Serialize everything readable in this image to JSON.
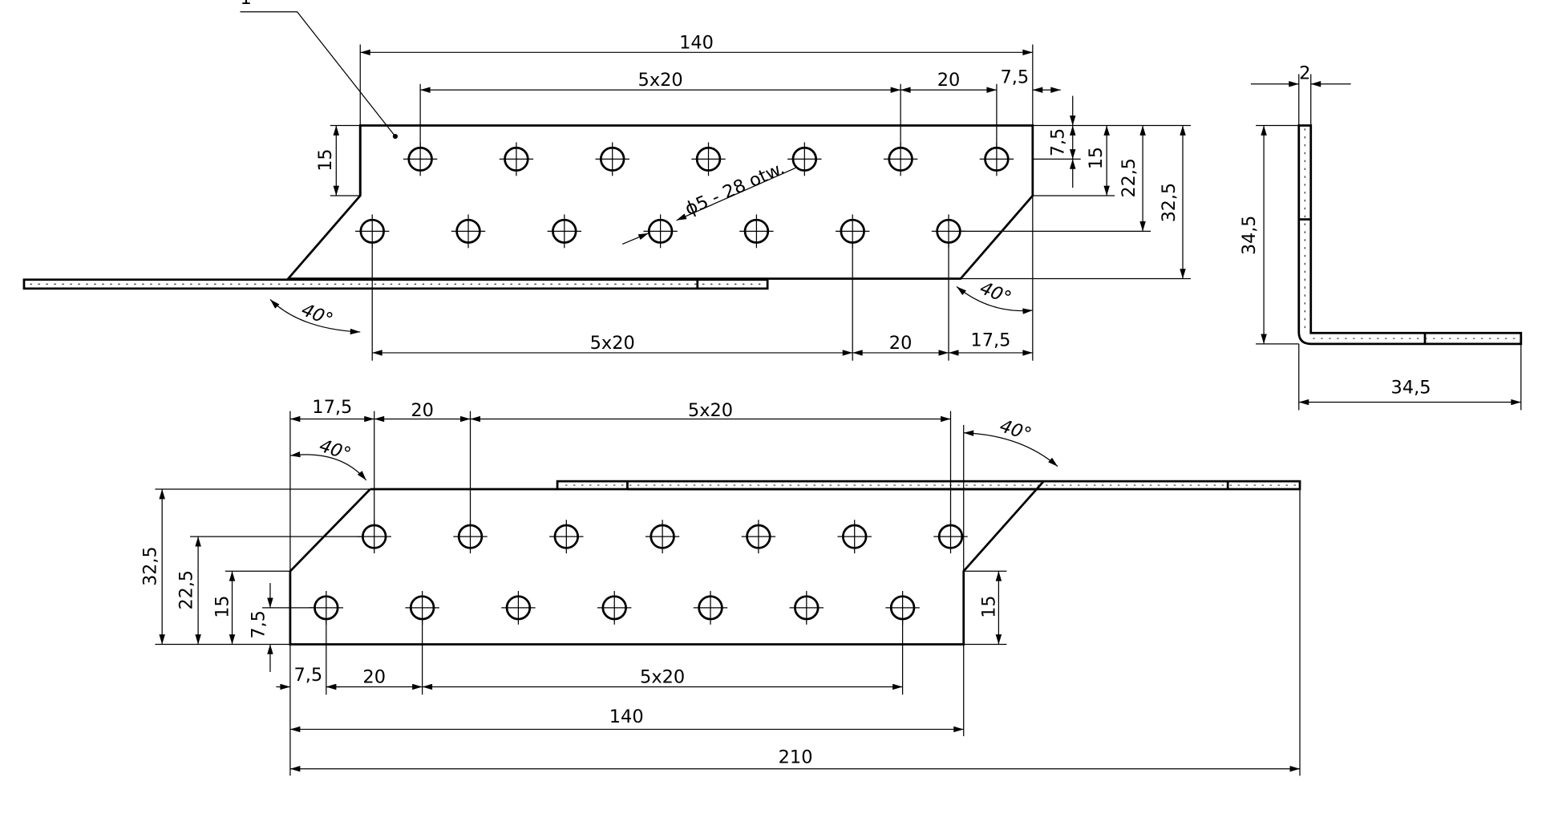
{
  "drawing": {
    "part_number": "1",
    "hole_note": "ϕ5 - 28 otw.",
    "angle": "40°",
    "top_view": {
      "overall": "140",
      "pitch_top": "5x20",
      "gap_top": "20",
      "edge_top": "7,5",
      "pitch_bottom": "5x20",
      "gap_bottom": "20",
      "edge_bottom": "17,5",
      "h_left": "15",
      "v_7_5": "7,5",
      "v_15": "15",
      "v_22_5": "22,5",
      "v_32_5": "32,5"
    },
    "side_view": {
      "thickness": "2",
      "height": "34,5",
      "width": "34,5"
    },
    "bottom_view": {
      "edge_top": "17,5",
      "gap_top": "20",
      "pitch_top": "5x20",
      "v_32_5": "32,5",
      "v_22_5": "22,5",
      "v_15_left": "15",
      "v_7_5": "7,5",
      "v_15_right": "15",
      "edge_bottom": "7,5",
      "gap_bottom": "20",
      "pitch_bottom": "5x20",
      "overall": "140",
      "total": "210"
    }
  }
}
